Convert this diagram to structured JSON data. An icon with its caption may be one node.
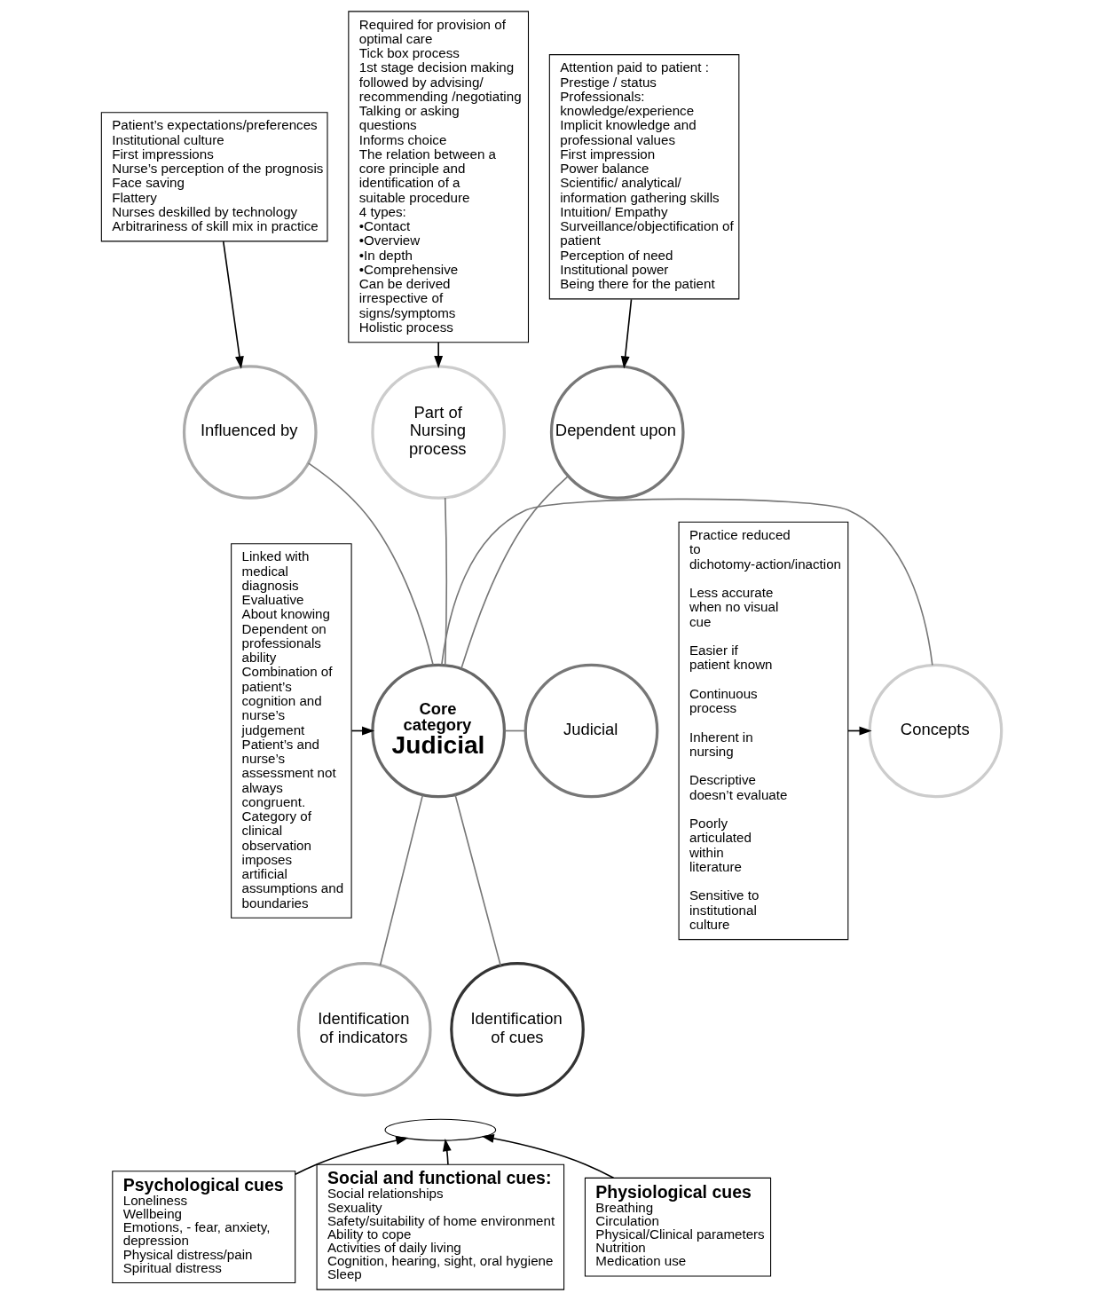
{
  "diagram": {
    "nodes": [
      {
        "text": [
          "Required for provision of optimal care",
          "Tick box process",
          "1st stage decision making followed by advising/ recommending /negotiating",
          "Talking or asking questions",
          "Informs choice",
          "The relation between a core principle and identification of a suitable procedure",
          "4 types:",
          "•Contact",
          "•Overview",
          "•In depth",
          "•Comprehensive",
          "Can be derived irrespective of signs/symptoms",
          "Holistic process"
        ]
      },
      {
        "text": [
          "Patient’s expectations/preferences",
          "Institutional culture",
          "First impressions",
          "Nurse’s perception of the prognosis",
          "Face saving",
          "Flattery",
          "Nurses deskilled by technology",
          "Arbitrariness of skill mix in practice"
        ]
      },
      {
        "text": [
          "Attention paid to patient :",
          "Prestige / status",
          "Professionals: knowledge/experience",
          "Implicit knowledge and professional values",
          "First impression",
          "Power balance",
          "Scientific/ analytical/ information gathering skills",
          "Intuition/ Empathy",
          "Surveillance/objectification of patient",
          "Perception of need",
          "Institutional power",
          "Being there for the patient"
        ]
      },
      {
        "text": [
          "Influenced by"
        ]
      },
      {
        "text": [
          "Part of Nursing process"
        ]
      },
      {
        "text": [
          "Dependent upon"
        ]
      },
      {
        "text": [
          "Linked with medical diagnosis",
          "Evaluative",
          "About knowing",
          "Dependent on professionals ability",
          "Combination of patient’s cognition and nurse’s judgement",
          "Patient’s and nurse’s assessment not always congruent.",
          "Category of clinical observation imposes artificial assumptions and boundaries"
        ]
      },
      {
        "text": [
          "Practice reduced to dichotomy-action/inaction",
          "Less accurate when no visual cue",
          "Easier if patient known",
          "Continuous process",
          "Inherent in nursing",
          "Descriptive doesn’t evaluate",
          "Poorly articulated within literature",
          "Sensitive to institutional culture"
        ]
      },
      {
        "text": [
          "Core category",
          "Judicial"
        ]
      },
      {
        "text": [
          "Judicial"
        ]
      },
      {
        "text": [
          "Concepts"
        ]
      },
      {
        "text": [
          "Identification of indicators"
        ]
      },
      {
        "text": [
          "Identification of cues"
        ]
      },
      {
        "text": [],
        "shape": "arc"
      },
      {
        "text": [
          "Psychological cues",
          "Loneliness",
          "Wellbeing",
          "Emotions, - fear, anxiety, depression",
          "Physical distress/pain",
          "Spiritual distress"
        ]
      },
      {
        "text": [
          "Social and functional cues:",
          "Social relationships",
          "Sexuality",
          "Safety/suitability of home environment",
          "Ability to cope",
          "Activities of daily living",
          "Cognition, hearing, sight, oral hygiene",
          "Sleep"
        ]
      },
      {
        "text": [
          "Physiological cues",
          "Breathing",
          "Circulation",
          "Physical/Clinical parameters",
          "Nutrition",
          "Medication use"
        ]
      }
    ],
    "edges": [
      {
        "from": 0,
        "to": 4,
        "arrow": "to"
      },
      {
        "from": 1,
        "to": 3,
        "arrow": "to"
      },
      {
        "from": 2,
        "to": 5,
        "arrow": "to"
      },
      {
        "from": 8,
        "to": 3,
        "arrow": "none",
        "color": "#777777"
      },
      {
        "from": 8,
        "to": 4,
        "arrow": "none",
        "color": "#777777"
      },
      {
        "from": 8,
        "to": 5,
        "arrow": "none",
        "color": "#777777"
      },
      {
        "from": 8,
        "to": 9,
        "arrow": "none",
        "color": "#777777"
      },
      {
        "from": 8,
        "to": 10,
        "arrow": "none",
        "color": "#777777"
      },
      {
        "from": 8,
        "to": 11,
        "arrow": "none",
        "color": "#777777"
      },
      {
        "from": 8,
        "to": 12,
        "arrow": "none",
        "color": "#777777"
      },
      {
        "from": 6,
        "to": 8,
        "arrow": "to"
      },
      {
        "from": 7,
        "to": 10,
        "arrow": "to"
      },
      {
        "from": 14,
        "to": 13,
        "arrow": "to"
      },
      {
        "from": 16,
        "to": 13,
        "arrow": "to"
      },
      {
        "from": 15,
        "to": 13,
        "arrow": "to"
      }
    ]
  }
}
